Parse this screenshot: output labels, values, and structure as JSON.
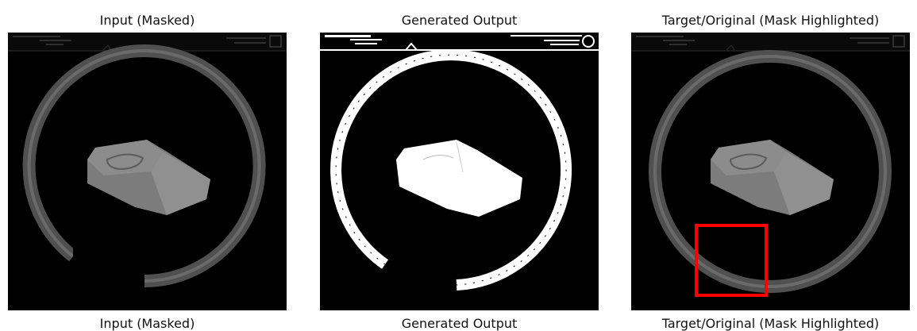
{
  "panels": [
    {
      "title": "Input (Masked)",
      "caption": "Input (Masked)"
    },
    {
      "title": "Generated Output",
      "caption": "Generated Output"
    },
    {
      "title": "Target/Original (Mask Highlighted)",
      "caption": "Target/Original (Mask Highlighted)"
    }
  ],
  "colors": {
    "background": "#ffffff",
    "image_background": "#000000",
    "mask_highlight": "#ff0000",
    "ring_gray": "#5a5a5a",
    "object_gray": "#8c8c8c",
    "generated_white": "#ffffff"
  }
}
